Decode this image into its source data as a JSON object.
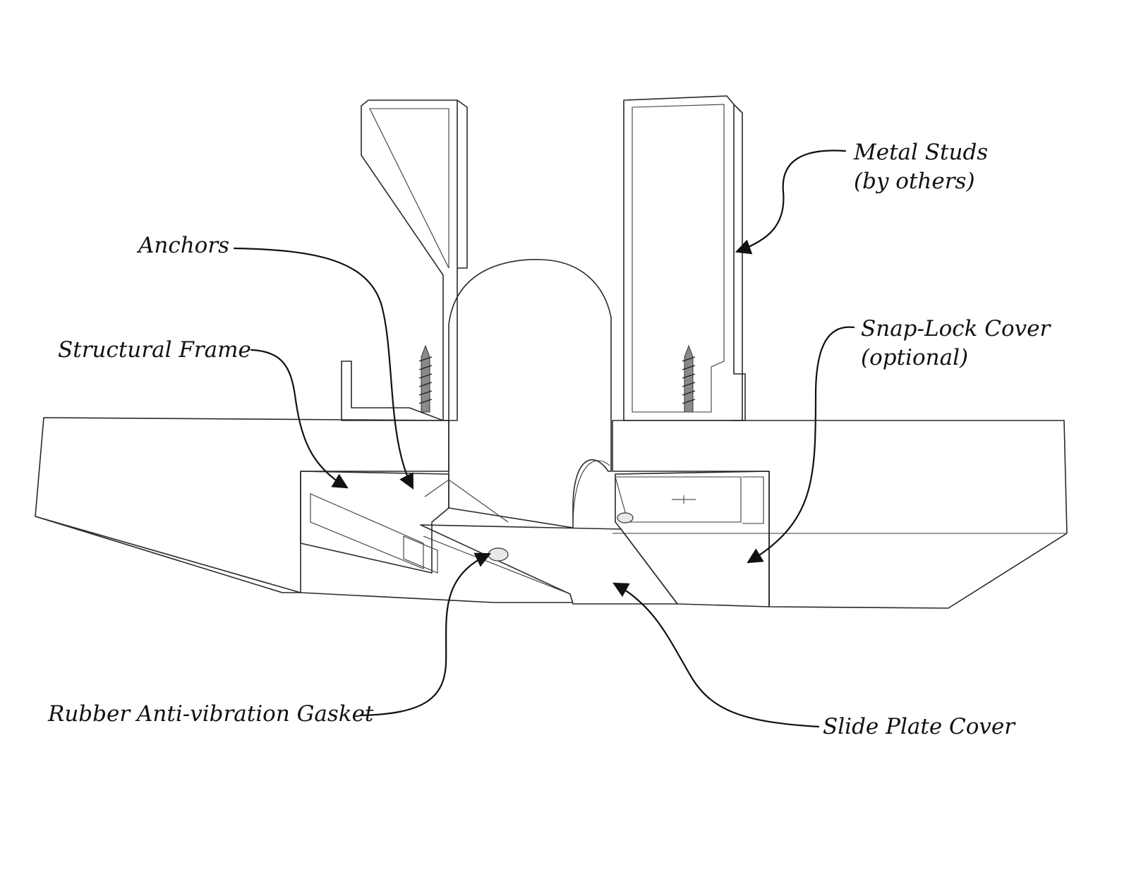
{
  "callouts": {
    "metal_studs": {
      "line1": "Metal Studs",
      "line2": "(by others)"
    },
    "anchors": {
      "line1": "Anchors"
    },
    "snap_lock_cover": {
      "line1": "Snap-Lock Cover",
      "line2": "(optional)"
    },
    "structural_frame": {
      "line1": "Structural Frame"
    },
    "rubber_gasket": {
      "line1": "Rubber Anti-vibration Gasket"
    },
    "slide_plate_cover": {
      "line1": "Slide Plate Cover"
    }
  },
  "colors": {
    "line": "#111111",
    "metal_shade_dark": "#9a9a9a",
    "metal_shade_light": "#f2f2f2",
    "background": "#ffffff"
  }
}
